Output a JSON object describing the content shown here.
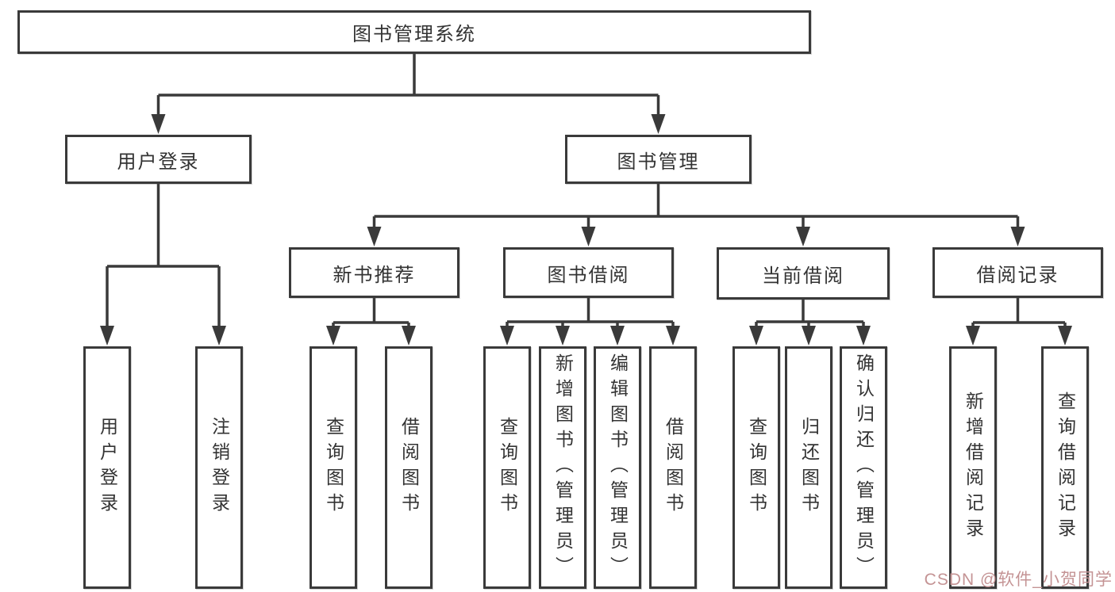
{
  "diagram_type": "hierarchy-tree",
  "tree": {
    "root": {
      "label": "图书管理系统",
      "children": [
        {
          "label": "用户登录",
          "children": [
            {
              "label": "用户登录"
            },
            {
              "label": "注销登录"
            }
          ]
        },
        {
          "label": "图书管理",
          "children": [
            {
              "label": "新书推荐",
              "children": [
                {
                  "label": "查询图书"
                },
                {
                  "label": "借阅图书"
                }
              ]
            },
            {
              "label": "图书借阅",
              "children": [
                {
                  "label": "查询图书"
                },
                {
                  "label": "新增图书（管理员）"
                },
                {
                  "label": "编辑图书（管理员）"
                },
                {
                  "label": "借阅图书"
                }
              ]
            },
            {
              "label": "当前借阅",
              "children": [
                {
                  "label": "查询图书"
                },
                {
                  "label": "归还图书"
                },
                {
                  "label": "确认归还（管理员）"
                }
              ]
            },
            {
              "label": "借阅记录",
              "children": [
                {
                  "label": "新增借阅记录"
                },
                {
                  "label": "查询借阅记录"
                }
              ]
            }
          ]
        }
      ]
    }
  },
  "watermark": {
    "text": "CSDN @软件_小贺同学",
    "color": "#c49394"
  },
  "colors": {
    "line": "#3a3a3a",
    "box_border": "#3a3a3a",
    "text": "#333333",
    "background": "#ffffff"
  }
}
